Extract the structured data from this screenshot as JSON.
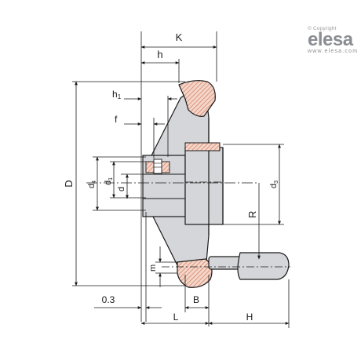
{
  "brand": {
    "copyright": "© Copyright",
    "name": "elesa",
    "website": "www.elesa.com"
  },
  "dimensions": {
    "K": "K",
    "h": "h",
    "h1": "h",
    "h1_sub": "1",
    "f": "f",
    "D": "D",
    "d4": "d",
    "d4_sub": "4",
    "d1": "d",
    "d1_sub": "1",
    "d": "d",
    "d3": "d",
    "d3_sub": "3",
    "R": "R",
    "m": "m",
    "gap": "0.3",
    "B": "B",
    "L": "L",
    "H": "H"
  },
  "colors": {
    "hatch": "#e2a58c",
    "body_fill": "#d4d6d9",
    "line": "#1a1a1a",
    "centerline": "#1a1a1a",
    "brand_gray": "#8a8d91"
  }
}
